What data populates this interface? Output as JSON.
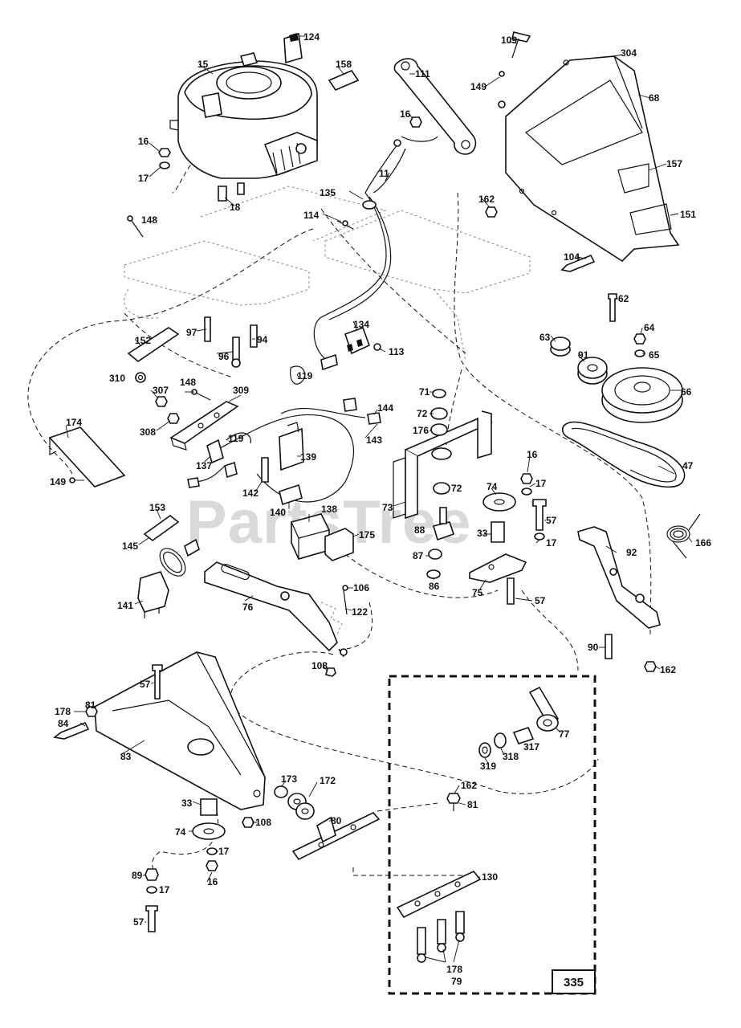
{
  "watermark": "PartsTree",
  "watermark_tm": "TM",
  "kit_box_number": "335",
  "callouts": {
    "c124": "124",
    "c15": "15",
    "c158": "158",
    "c16a": "16",
    "c17a": "17",
    "c18": "18",
    "c148a": "148",
    "c97": "97",
    "c96": "96",
    "c94": "94",
    "c152": "152",
    "c310": "310",
    "c307": "307",
    "c148b": "148",
    "c309": "309",
    "c308": "308",
    "c174": "174",
    "c149a": "149",
    "c119a": "119",
    "c137": "137",
    "c142": "142",
    "c139": "139",
    "c140": "140",
    "c138": "138",
    "c175": "175",
    "c153": "153",
    "c145": "145",
    "c141": "141",
    "c76": "76",
    "c106": "106",
    "c122": "122",
    "c108a": "108",
    "c109": "109",
    "c149b": "149",
    "c304": "304",
    "c68": "68",
    "c111": "111",
    "c16b": "16",
    "c11": "11",
    "c135": "135",
    "c162a": "162",
    "c114": "114",
    "c157": "157",
    "c151": "151",
    "c104": "104",
    "c134": "134",
    "c113": "113",
    "c119b": "119",
    "c144": "144",
    "c143": "143",
    "c62": "62",
    "c63": "63",
    "c64": "64",
    "c91": "91",
    "c65": "65",
    "c66": "66",
    "c71": "71",
    "c72a": "72",
    "c176": "176",
    "c47": "47",
    "c73": "73",
    "c72b": "72",
    "c16c": "16",
    "c17b": "17",
    "c74a": "74",
    "c57a": "57",
    "c88": "88",
    "c33a": "33",
    "c17c": "17",
    "c87": "87",
    "c86": "86",
    "c75": "75",
    "c57b": "57",
    "c92": "92",
    "c166": "166",
    "c90": "90",
    "c162b": "162",
    "c57c": "57",
    "c178a": "178",
    "c81a": "81",
    "c84": "84",
    "c83": "83",
    "c173": "173",
    "c172": "172",
    "c33b": "33",
    "c108b": "108",
    "c74b": "74",
    "c17d": "17",
    "c89": "89",
    "c17e": "17",
    "c16d": "16",
    "c57d": "57",
    "c80": "80",
    "c162c": "162",
    "c81b": "81",
    "c77": "77",
    "c317": "317",
    "c318": "318",
    "c319": "319",
    "c130": "130",
    "c178b": "178",
    "c79": "79"
  }
}
